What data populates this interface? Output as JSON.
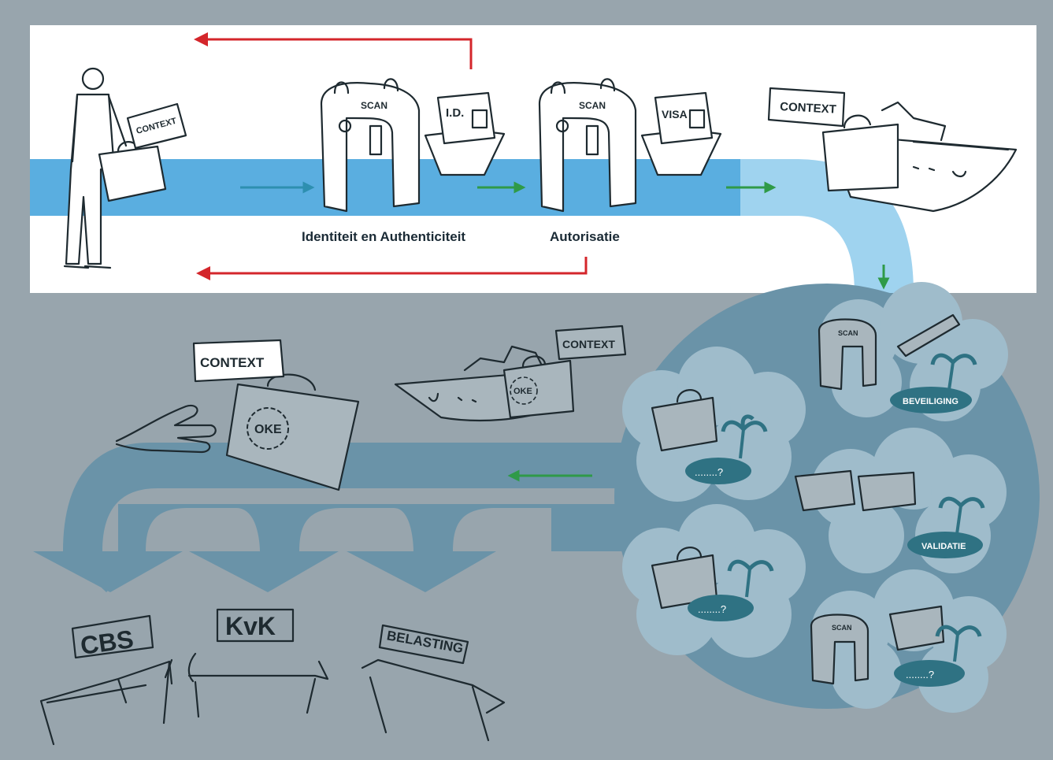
{
  "labels": {
    "identity": "Identiteit en Authenticiteit",
    "authorization": "Autorisatie",
    "context_person": "CONTEXT",
    "context_ship_top": "CONTEXT",
    "context_hand": "CONTEXT",
    "context_ship_bottom": "CONTEXT",
    "scan_1": "SCAN",
    "scan_2": "SCAN",
    "scan_mini_1": "SCAN",
    "scan_mini_2": "SCAN",
    "id_card": "I.D.",
    "visa_card": "VISA",
    "oke_hand": "OKE",
    "oke_ship": "OKE",
    "beveiliging": "BEVEILIGING",
    "validatie": "VALIDATIE",
    "unknown_1": "........?",
    "unknown_2": "........?",
    "unknown_3": "........?",
    "cbs": "CBS",
    "kvk": "KvK",
    "belasting": "BELASTING"
  },
  "colors": {
    "background_gray": "#98a5ad",
    "panel_white": "#ffffff",
    "stream_light_blue": "#9fd3ef",
    "stream_blue": "#5aaee0",
    "stream_dark_blue": "#6a93a8",
    "island_teal": "#2f7283",
    "arrow_red": "#d4262b",
    "arrow_green": "#2f9a48",
    "arrow_blue": "#2d8fb0"
  }
}
